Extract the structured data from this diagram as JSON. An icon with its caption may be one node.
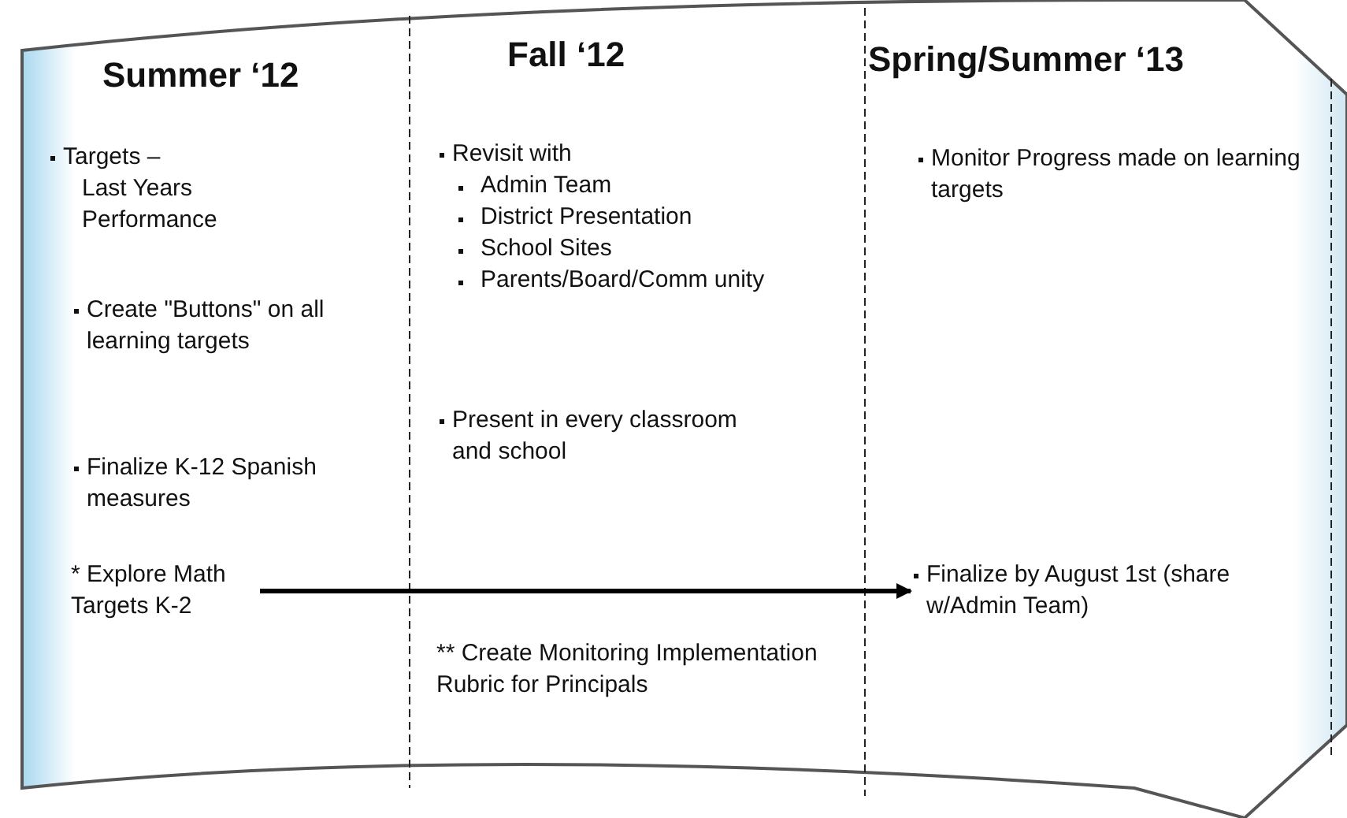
{
  "diagram": {
    "nodes": [
      {
        "text": [
          "Summer ‘12"
        ]
      },
      {
        "text": [
          "Targets –",
          "Last Years Performance"
        ],
        "in": 0
      },
      {
        "text": [
          "Create \"Buttons\" on all learning targets"
        ],
        "in": 0
      },
      {
        "text": [
          "Finalize K-12 Spanish measures"
        ],
        "in": 0
      },
      {
        "text": [
          "* Explore Math Targets K-2"
        ],
        "in": 0
      },
      {
        "text": [
          "Fall ‘12"
        ]
      },
      {
        "text": [
          "Revisit with",
          "Admin Team",
          "District Presentation",
          "School Sites",
          "Parents/Board/Comm unity"
        ],
        "in": 5
      },
      {
        "text": [
          "Present in every classroom and school"
        ],
        "in": 5
      },
      {
        "text": [
          "** Create Monitoring Implementation Rubric for Principals"
        ],
        "in": 5
      },
      {
        "text": [
          "Spring/Summer ‘13"
        ]
      },
      {
        "text": [
          "Monitor Progress made on learning targets"
        ],
        "in": 9
      },
      {
        "text": [
          "Finalize by August 1st (share w/Admin Team)"
        ],
        "in": 9
      }
    ],
    "edges": [
      {
        "from": 4,
        "to": 11,
        "arrow": "to"
      }
    ]
  }
}
